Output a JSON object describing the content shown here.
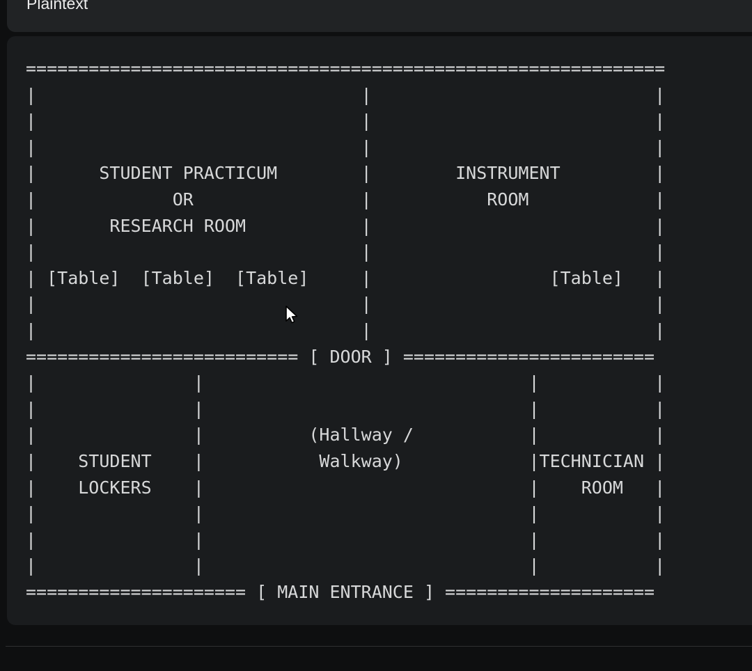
{
  "code_block": {
    "language_label": "Plaintext",
    "ascii_lines": [
      "=============================================================",
      "|                               |                           |",
      "|                               |                           |",
      "|                               |                           |",
      "|      STUDENT PRACTICUM        |        INSTRUMENT         |",
      "|             OR                |           ROOM            |",
      "|       RESEARCH ROOM           |                           |",
      "|                               |                           |",
      "| [Table]  [Table]  [Table]     |                 [Table]   |",
      "|                               |                           |",
      "|                               |                           |",
      "========================== [ DOOR ] ========================",
      "|               |                               |           |",
      "|               |                               |           |",
      "|               |          (Hallway /           |           |",
      "|    STUDENT    |           Walkway)            |TECHNICIAN |",
      "|    LOCKERS    |                               |    ROOM   |",
      "|               |                               |           |",
      "|               |                               |           |",
      "|               |                               |           |",
      "===================== [ MAIN ENTRANCE ] ===================="
    ],
    "floor_plan_labels": {
      "room_top_left": "STUDENT PRACTICUM OR RESEARCH ROOM",
      "room_top_right": "INSTRUMENT ROOM",
      "room_bottom_left": "STUDENT LOCKERS",
      "room_bottom_middle": "(Hallway / Walkway)",
      "room_bottom_right": "TECHNICIAN ROOM",
      "furniture_marker": "[Table]",
      "door_marker": "[ DOOR ]",
      "entrance_marker": "[ MAIN ENTRANCE ]"
    }
  },
  "colors": {
    "page_background": "#0e0f10",
    "header_background": "#212325",
    "panel_background": "#1a1c1e",
    "art_text": "#d7d8d9",
    "label_text": "#ebebeb",
    "divider": "#2f3132"
  }
}
